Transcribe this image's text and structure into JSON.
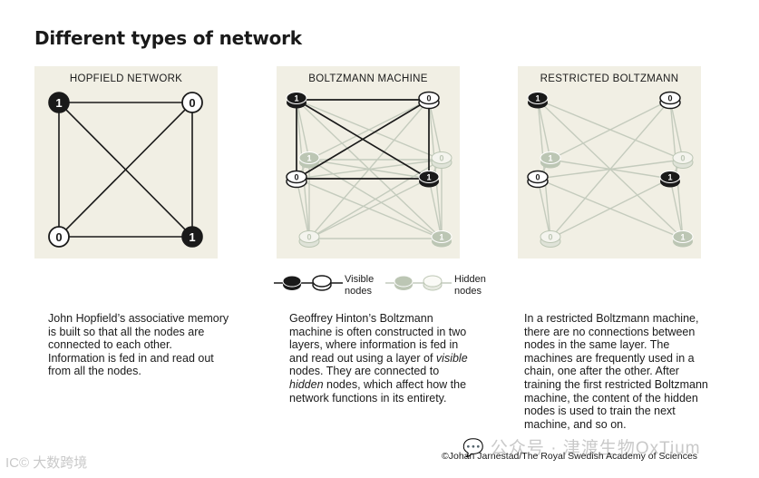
{
  "title": "Different types of network",
  "colors": {
    "panel_bg": "#f1efe4",
    "visible_node": "#1a1a1a",
    "hidden_node": "#bcc6b4",
    "edge_hidden": "#c4cbbd"
  },
  "panels": {
    "hopfield": {
      "title": "HOPFIELD NETWORK",
      "nodes": [
        "1",
        "0",
        "0",
        "1"
      ],
      "description": "John Hopfield’s associative memory is built so that all the nodes are connected to each other. Information is fed in and read out from all the nodes."
    },
    "boltzmann": {
      "title": "BOLTZMANN MACHINE",
      "visible_nodes": [
        "1",
        "0",
        "0",
        "1"
      ],
      "hidden_nodes": [
        "1",
        "0",
        "0",
        "1"
      ],
      "description_parts": [
        "Geoffrey Hinton’s Boltzmann machine is often constructed in two layers, where information is fed in and read out using a layer of ",
        "visible",
        " nodes. They are connected to ",
        "hidden",
        " nodes, which affect how the network functions in its entirety."
      ]
    },
    "restricted": {
      "title": "RESTRICTED BOLTZMANN",
      "visible_nodes": [
        "1",
        "0",
        "0",
        "1"
      ],
      "hidden_nodes": [
        "1",
        "0",
        "0",
        "1"
      ],
      "description": "In a restricted Boltzmann machine, there are no connections between nodes in the same layer. The machines are frequently used in a chain, one after the other. After training the first restricted Boltzmann machine, the content of the hidden nodes is used to train the next machine, and so on."
    }
  },
  "legend": {
    "visible_label": "Visible nodes",
    "hidden_label": "Hidden nodes"
  },
  "credit": "©Johan Jarnestad/The Royal Swedish Academy of Sciences",
  "watermarks": {
    "wechat": "💬 公众号 · 津渡生物OxTium",
    "corner": "IC© 大数跨境"
  }
}
